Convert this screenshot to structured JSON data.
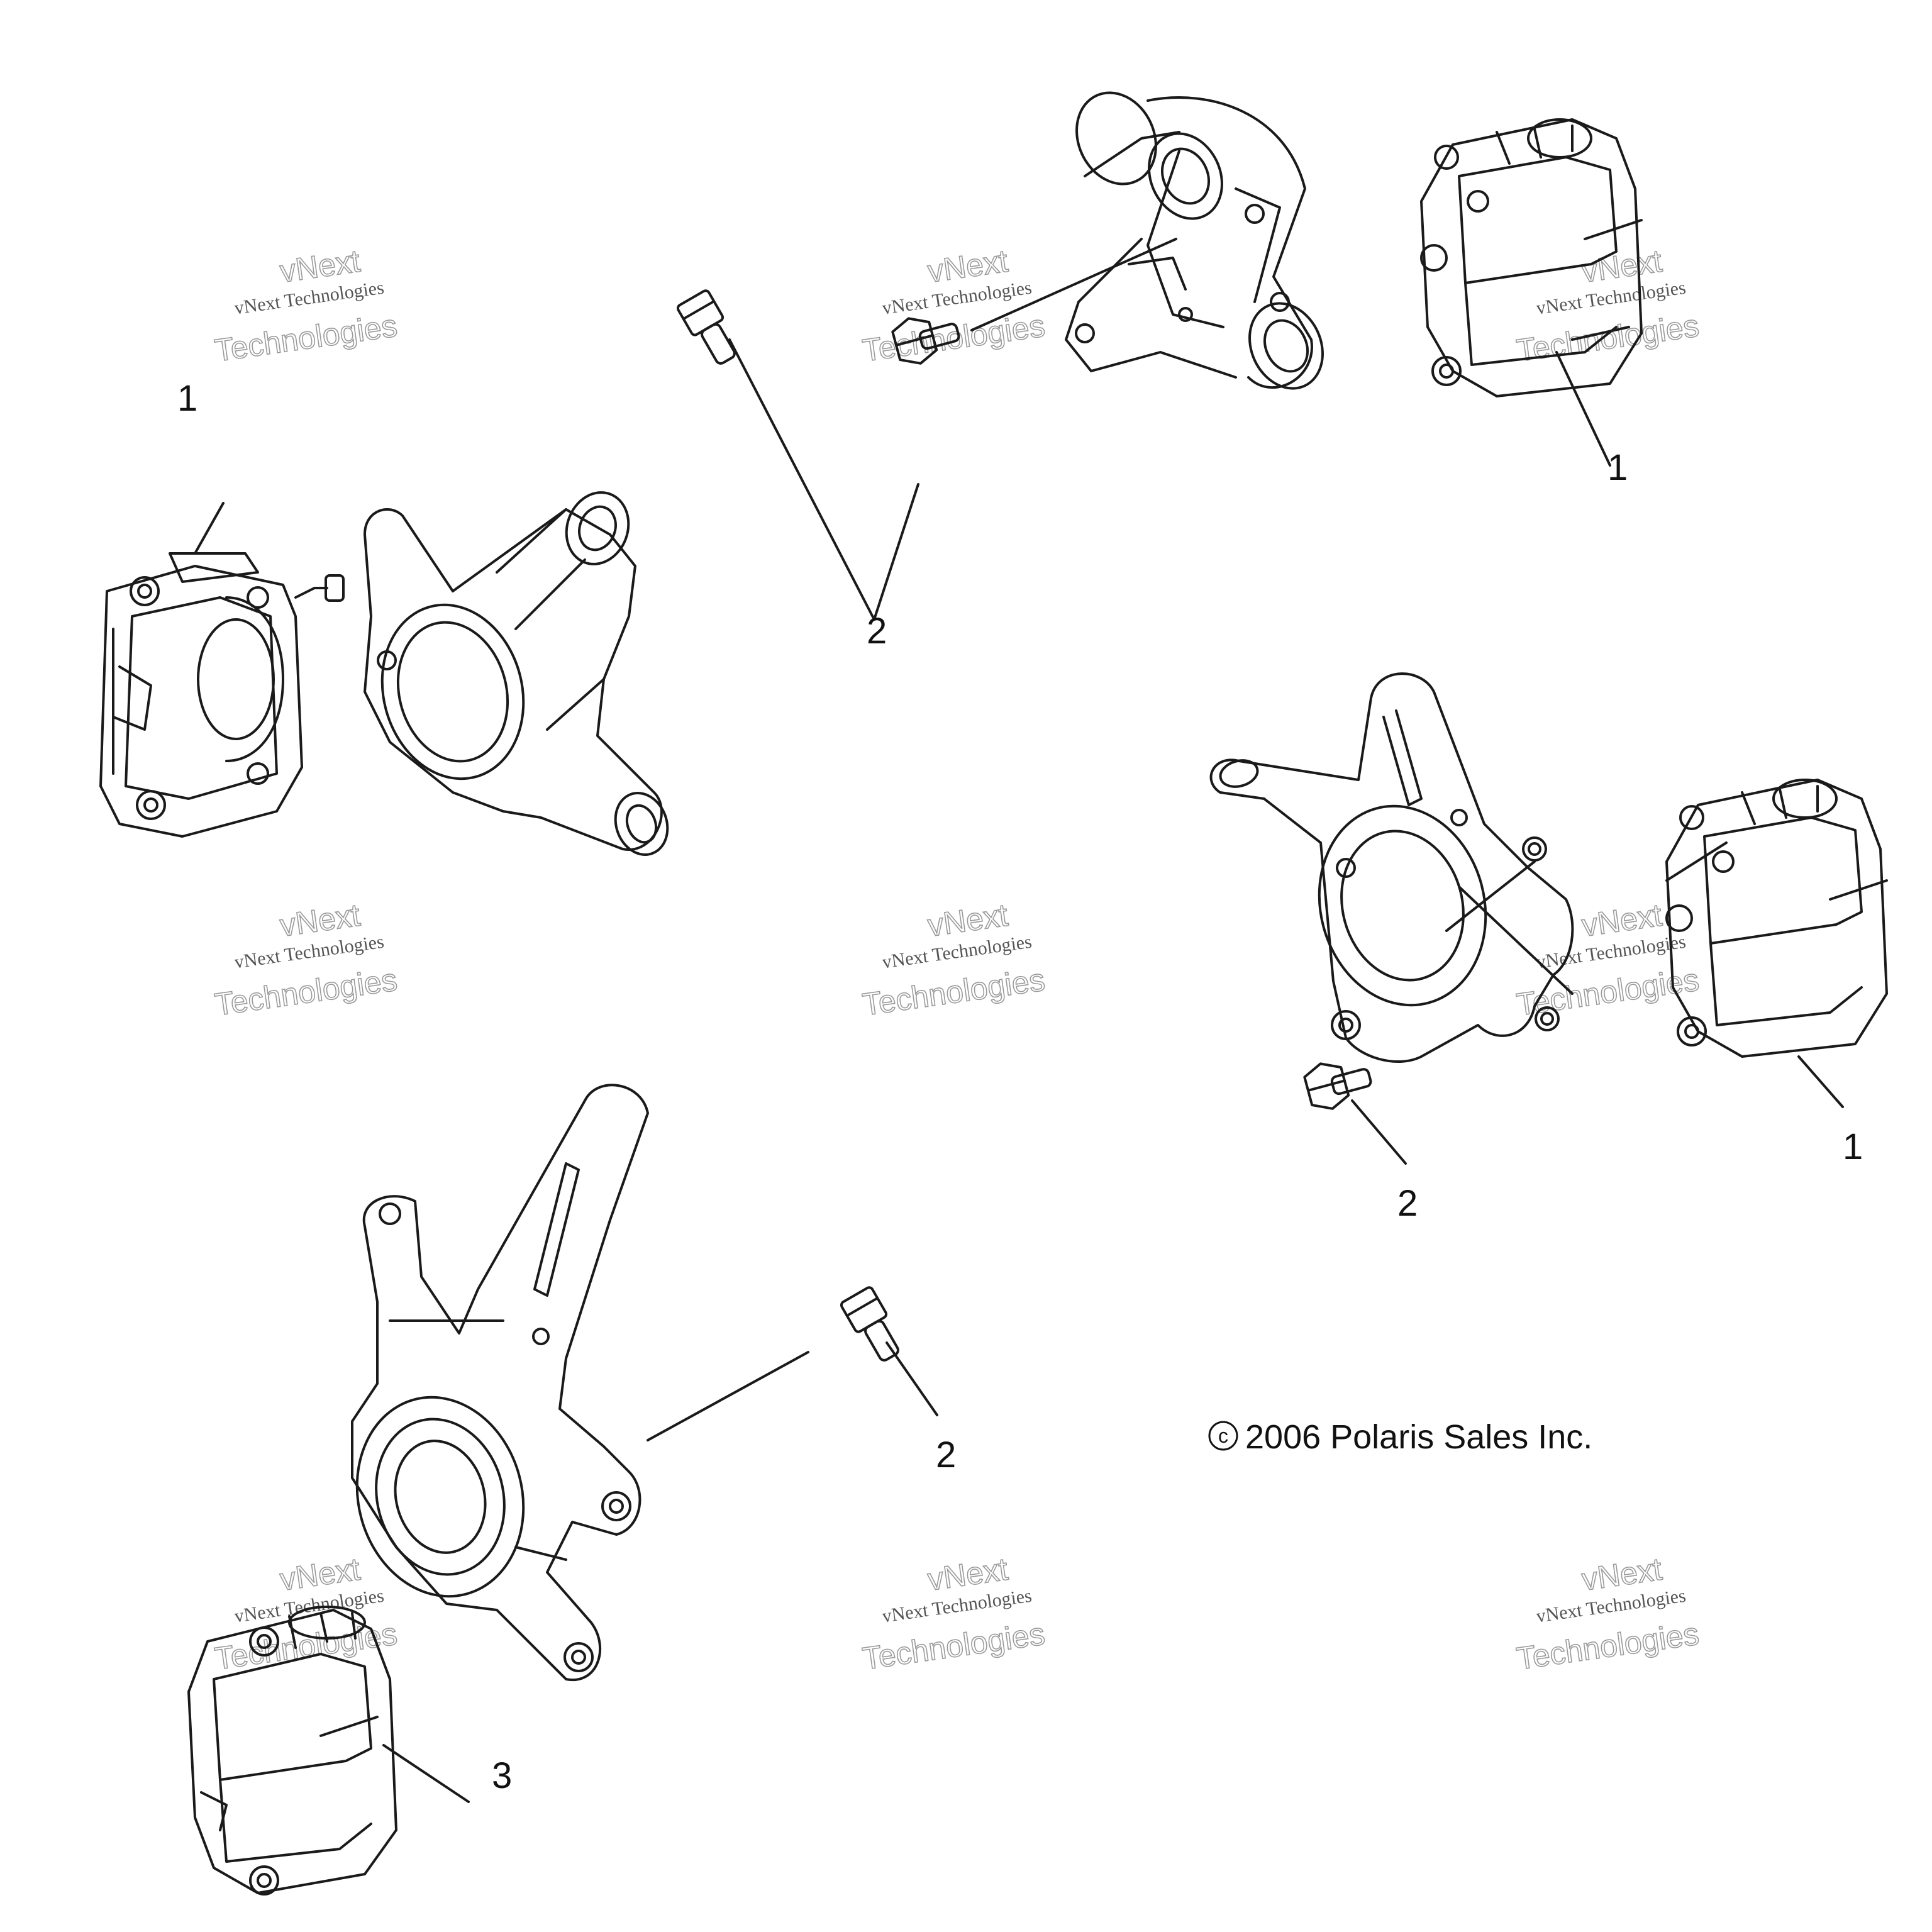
{
  "callouts": {
    "c1": "1",
    "c2": "2",
    "c3": "3"
  },
  "copyright": "2006 Polaris Sales Inc.",
  "copyright_symbol": "c",
  "watermark": {
    "line1": "vNext Technologies",
    "big_top": "vNext",
    "big_bottom": "Technologies"
  }
}
